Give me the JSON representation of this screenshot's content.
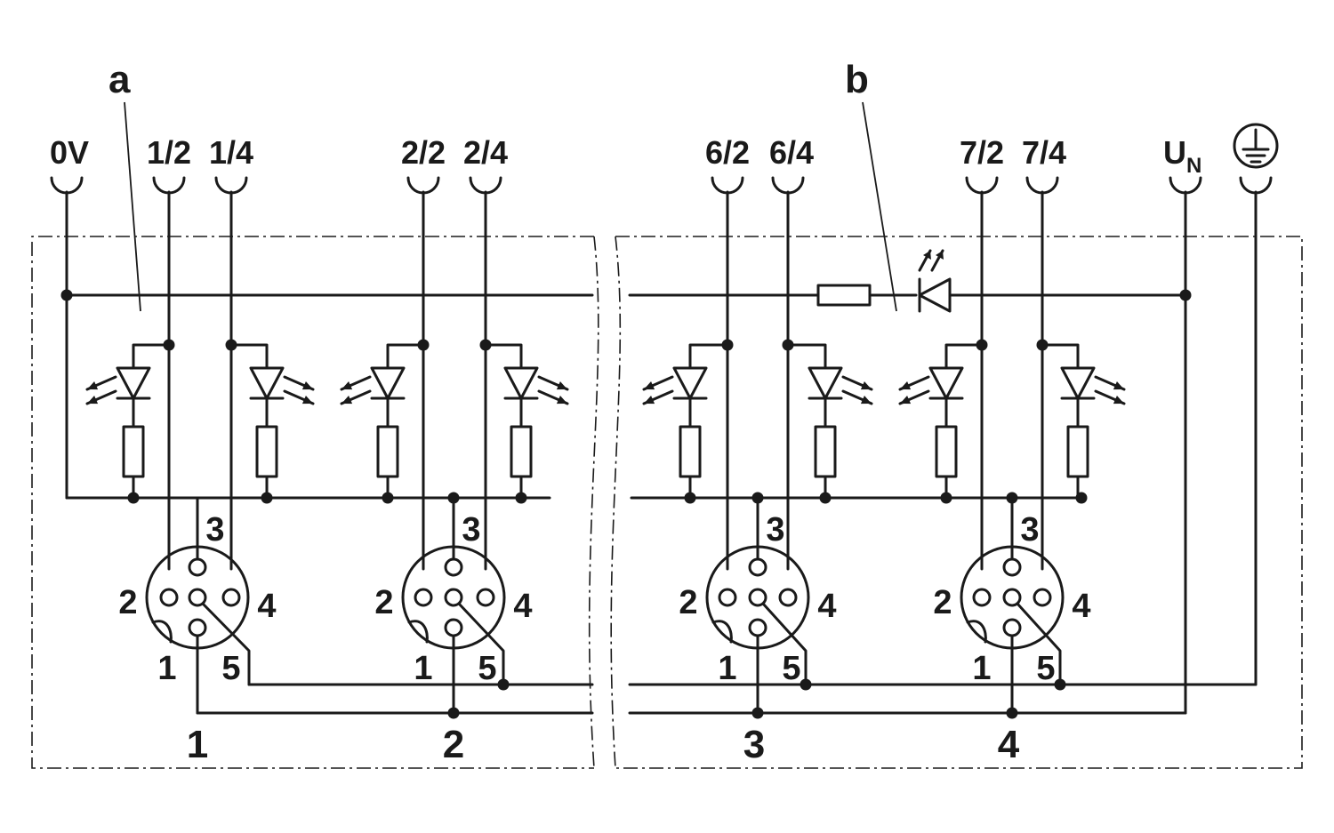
{
  "callouts": {
    "a": "a",
    "b": "b"
  },
  "terminals": [
    "0V",
    "1/2",
    "1/4",
    "2/2",
    "2/4",
    "6/2",
    "6/4",
    "7/2",
    "7/4"
  ],
  "supply": {
    "main": "U",
    "sub": "N"
  },
  "earth_symbol": "protective-earth",
  "pin_labels": {
    "p1": "1",
    "p2": "2",
    "p3": "3",
    "p4": "4",
    "p5": "5"
  },
  "connectors": [
    "1",
    "2",
    "3",
    "4"
  ]
}
